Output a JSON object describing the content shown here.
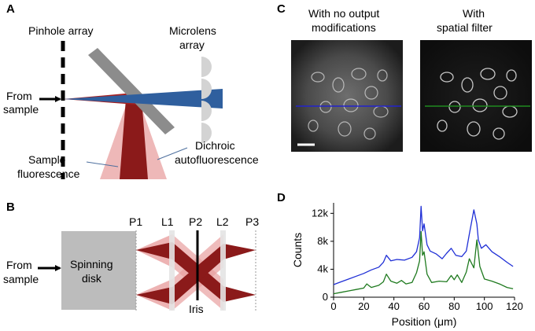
{
  "panels": {
    "a": "A",
    "b": "B",
    "c": "C",
    "d": "D"
  },
  "panel_a": {
    "pinhole_array": "Pinhole array",
    "microlens_line1": "Microlens",
    "microlens_line2": "array",
    "from_sample_line1": "From",
    "from_sample_line2": "sample",
    "sample_fluor_line1": "Sample",
    "sample_fluor_line2": "fluorescence",
    "dichroic_line1": "Dichroic",
    "dichroic_line2": "autofluorescence"
  },
  "panel_b": {
    "from_sample_line1": "From",
    "from_sample_line2": "sample",
    "disk_line1": "Spinning",
    "disk_line2": "disk",
    "planes": [
      "P1",
      "L1",
      "P2",
      "L2",
      "P3"
    ],
    "iris": "Iris"
  },
  "panel_c": {
    "left_title_line1": "With no output",
    "left_title_line2": "modifications",
    "right_title_line1": "With",
    "right_title_line2": "spatial filter"
  },
  "colors": {
    "blue_trace": "#1f2fd6",
    "green_trace": "#1f7a1f",
    "beam_blue": "#2f5f9e",
    "beam_red": "#8b1a1a",
    "beam_pink": "#e8a0a0"
  },
  "chart_data": {
    "type": "line",
    "xlabel": "Position (μm)",
    "ylabel": "Counts",
    "xlim": [
      0,
      120
    ],
    "ylim": [
      0,
      13500
    ],
    "xticks": [
      0,
      20,
      40,
      60,
      80,
      100,
      120
    ],
    "yticks": [
      0,
      4000,
      8000,
      12000
    ],
    "ytick_labels": [
      "0",
      "4k",
      "8k",
      "12k"
    ],
    "grid": false,
    "series": [
      {
        "color": "#1f2fd6",
        "x": [
          0,
          5,
          10,
          15,
          20,
          25,
          30,
          33,
          35,
          38,
          42,
          47,
          52,
          55,
          57,
          58,
          59,
          60,
          62,
          64,
          68,
          72,
          75,
          78,
          81,
          85,
          88,
          90,
          93,
          95,
          96,
          98,
          101,
          105,
          110,
          115,
          119
        ],
        "y": [
          1800,
          2200,
          2600,
          3000,
          3400,
          3900,
          4300,
          5000,
          6000,
          5200,
          5400,
          5300,
          5700,
          6500,
          8500,
          13000,
          9500,
          10500,
          7500,
          6600,
          6200,
          5500,
          6300,
          7000,
          6000,
          5800,
          6600,
          9000,
          12500,
          10500,
          8200,
          7000,
          7500,
          6500,
          5800,
          5000,
          4400
        ]
      },
      {
        "color": "#1f7a1f",
        "x": [
          0,
          5,
          10,
          15,
          20,
          22,
          25,
          30,
          33,
          35,
          38,
          42,
          45,
          48,
          52,
          55,
          57,
          58,
          59,
          60,
          62,
          65,
          70,
          75,
          78,
          80,
          82,
          85,
          88,
          90,
          93,
          95,
          97,
          100,
          105,
          110,
          115,
          119
        ],
        "y": [
          500,
          700,
          900,
          1100,
          1300,
          1900,
          1400,
          1700,
          2200,
          3300,
          2300,
          2000,
          2400,
          1900,
          2100,
          3500,
          5200,
          9400,
          6000,
          6500,
          3300,
          2100,
          2300,
          2200,
          3100,
          2500,
          3200,
          2100,
          3600,
          5500,
          4200,
          8200,
          4400,
          2600,
          2300,
          1900,
          1400,
          1200
        ]
      }
    ]
  }
}
